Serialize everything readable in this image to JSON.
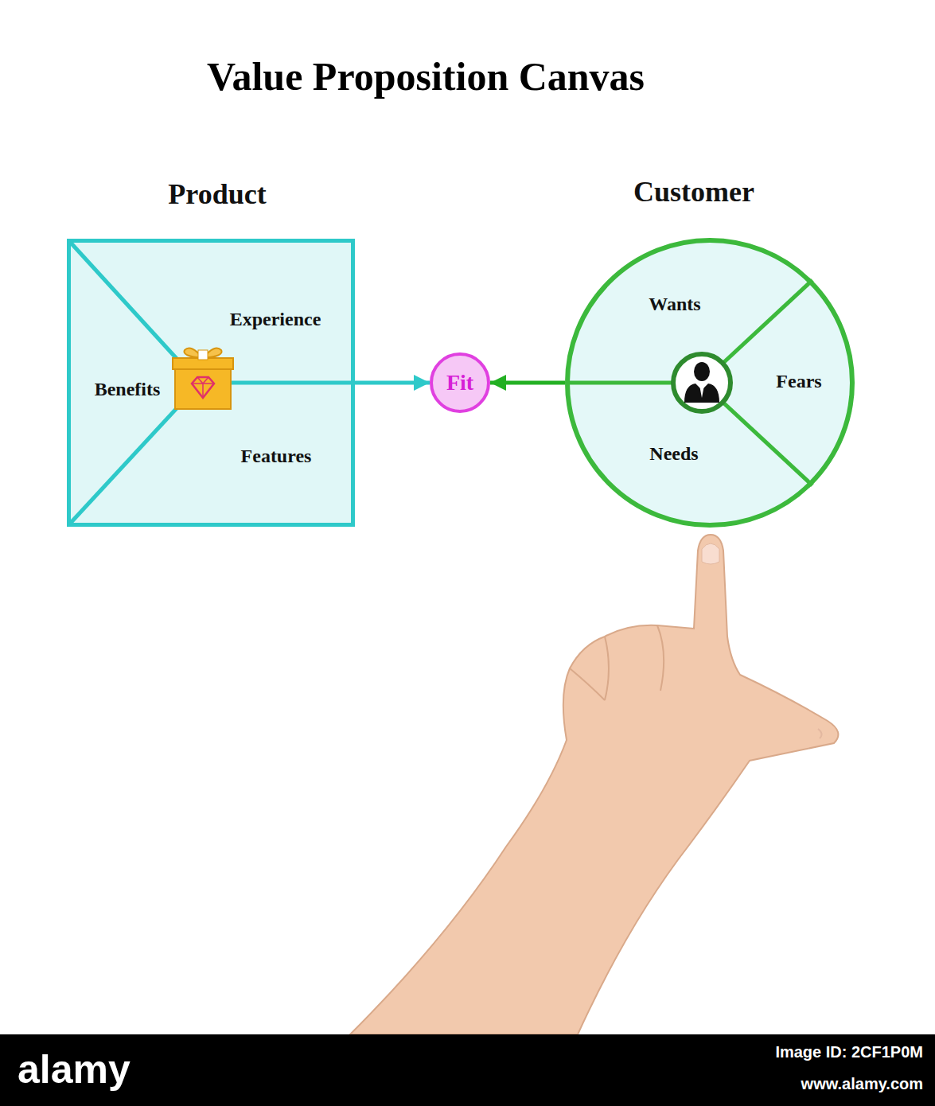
{
  "diagram": {
    "title": "Value Proposition Canvas",
    "nodes": [
      {
        "text": [
          "Product",
          "Experience",
          "Benefits",
          "Features"
        ]
      },
      {
        "text": [
          "Fit"
        ]
      },
      {
        "text": [
          "Customer",
          "Wants",
          "Fears",
          "Needs"
        ]
      }
    ],
    "edges": [
      {
        "from": 0,
        "to": 1,
        "arrow": "to"
      },
      {
        "from": 2,
        "to": 1,
        "arrow": "to"
      }
    ],
    "labels": [
      "alamy",
      "Image ID: 2CF1P0M",
      "www.alamy.com"
    ]
  }
}
